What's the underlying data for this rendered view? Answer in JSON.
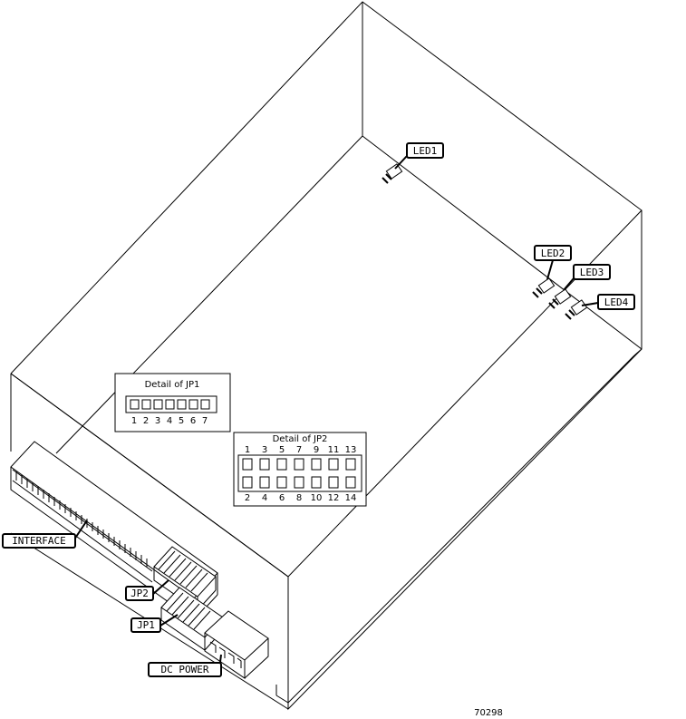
{
  "labels": {
    "led1": "LED1",
    "led2": "LED2",
    "led3": "LED3",
    "led4": "LED4",
    "interface": "INTERFACE",
    "jp2": "JP2",
    "jp1": "JP1",
    "dc_power": "DC POWER",
    "figure_number": "70298"
  },
  "detail_jp1": {
    "title": "Detail of JP1",
    "pins": [
      "1",
      "2",
      "3",
      "4",
      "5",
      "6",
      "7"
    ]
  },
  "detail_jp2": {
    "title": "Detail of JP2",
    "top_pins": [
      "1",
      "3",
      "5",
      "7",
      "9",
      "11",
      "13"
    ],
    "bottom_pins": [
      "2",
      "4",
      "6",
      "8",
      "10",
      "12",
      "14"
    ]
  }
}
